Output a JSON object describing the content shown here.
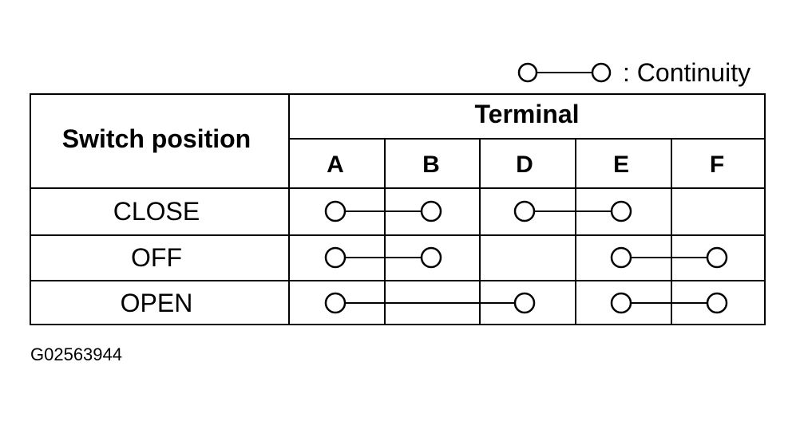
{
  "legend": {
    "label": ": Continuity"
  },
  "table": {
    "row_header": "Switch position",
    "column_group": "Terminal",
    "terminals": [
      "A",
      "B",
      "D",
      "E",
      "F"
    ],
    "rows": [
      {
        "position": "CLOSE",
        "connections": [
          [
            "A",
            "B"
          ],
          [
            "D",
            "E"
          ]
        ]
      },
      {
        "position": "OFF",
        "connections": [
          [
            "A",
            "B"
          ],
          [
            "E",
            "F"
          ]
        ]
      },
      {
        "position": "OPEN",
        "connections": [
          [
            "A",
            "D"
          ],
          [
            "E",
            "F"
          ]
        ]
      }
    ]
  },
  "figure_id": "G02563944"
}
